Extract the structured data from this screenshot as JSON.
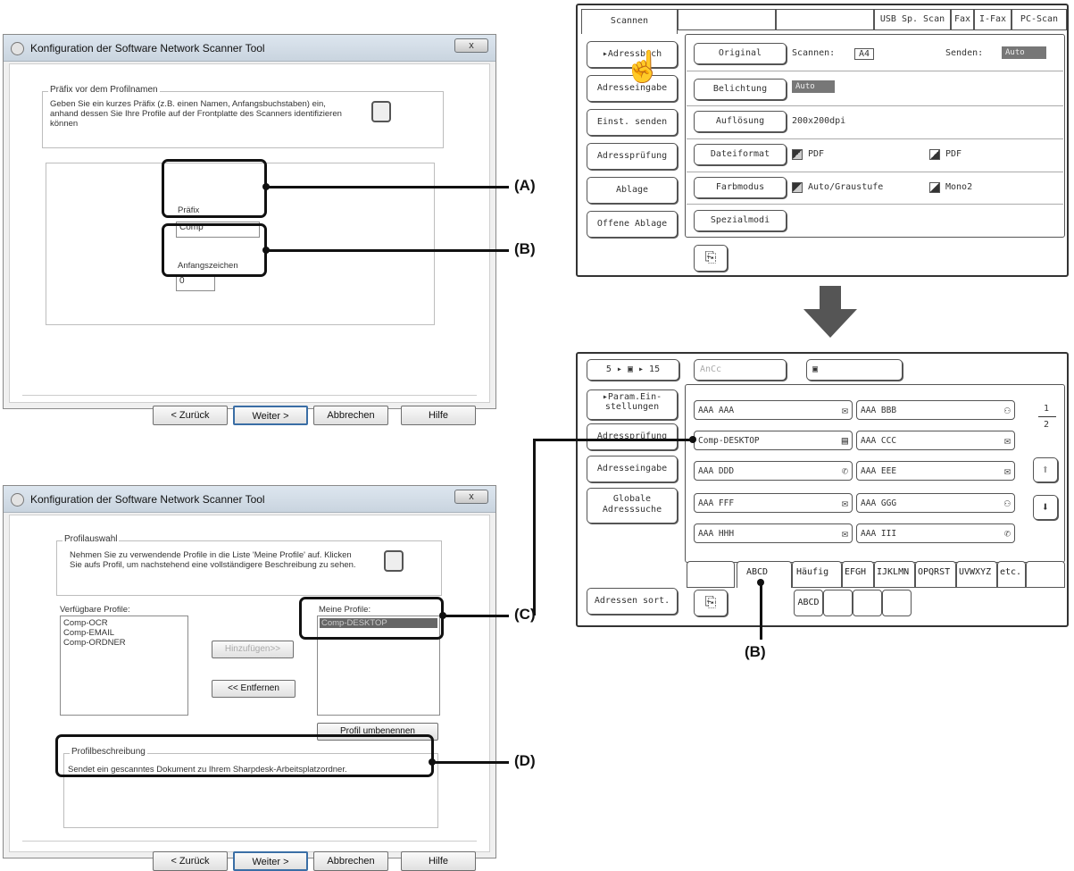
{
  "dialog1": {
    "title": "Konfiguration der Software Network Scanner Tool",
    "close": "x",
    "group_label": "Präfix vor dem Profilnamen",
    "description": "Geben Sie ein kurzes Präfix (z.B. einen Namen, Anfangsbuchstaben) ein, anhand dessen Sie Ihre Profile auf der Frontplatte des Scanners identifizieren können",
    "prefix_label": "Präfix",
    "prefix_value": "Comp",
    "start_label": "Anfangszeichen",
    "start_value": "0",
    "back": "< Zurück",
    "next": "Weiter >",
    "cancel": "Abbrechen",
    "help": "Hilfe"
  },
  "dialog2": {
    "title": "Konfiguration der Software Network Scanner Tool",
    "close": "x",
    "group_label": "Profilauswahl",
    "description": "Nehmen Sie zu verwendende Profile in die Liste 'Meine Profile' auf. Klicken Sie aufs Profil, um nachstehend eine vollständigere Beschreibung zu sehen.",
    "available_label": "Verfügbare Profile:",
    "available": [
      "Comp-OCR",
      "Comp-EMAIL",
      "Comp-ORDNER"
    ],
    "my_label": "Meine Profile:",
    "my_profiles": [
      "Comp-DESKTOP"
    ],
    "add": "Hinzufügen>>",
    "remove": "<< Entfernen",
    "rename": "Profil umbenennen",
    "desc_label": "Profilbeschreibung",
    "desc_text": "Sendet ein gescanntes Dokument zu Ihrem Sharpdesk-Arbeitsplatzordner.",
    "back": "< Zurück",
    "next": "Weiter >",
    "cancel": "Abbrechen",
    "help": "Hilfe"
  },
  "callouts": {
    "a": "(A)",
    "b": "(B)",
    "c": "(C)",
    "d": "(D)",
    "b2": "(B)"
  },
  "panel1": {
    "tabs": [
      "Scannen",
      "",
      "",
      "USB Sp. Scan",
      "Fax",
      "I-Fax",
      "PC-Scan"
    ],
    "left": [
      "Adressbuch",
      "Adresseingabe",
      "Einst. senden",
      "Adressprüfung",
      "Ablage",
      "Offene Ablage"
    ],
    "original": "Original",
    "scannen_label": "Scannen:",
    "scannen_value": "A4",
    "senden_label": "Senden:",
    "senden_value": "Auto",
    "belichtung": "Belichtung",
    "belichtung_value": "Auto",
    "aufloesung": "Auflösung",
    "aufloesung_value": "200x200dpi",
    "dateiformat": "Dateiformat",
    "pdf1": "PDF",
    "pdf2": "PDF",
    "farbmodus": "Farbmodus",
    "farb1": "Auto/Graustufe",
    "farb2": "Mono2",
    "spezial": "Spezialmodi"
  },
  "panel2": {
    "counter": "5 ▸ ▣ ▸ 15",
    "search": "AnCc",
    "left": [
      "Param.Ein-stellungen",
      "Adressprüfung",
      "Adresseingabe",
      "Globale Adresssuche"
    ],
    "sort": "Adressen sort.",
    "addresses": [
      {
        "name": "AAA AAA",
        "icon": "mail-icon",
        "glyph": "✉"
      },
      {
        "name": "AAA BBB",
        "icon": "group-icon",
        "glyph": "⚇"
      },
      {
        "name": "Comp-DESKTOP",
        "icon": "desktop-icon",
        "glyph": "▤"
      },
      {
        "name": "AAA CCC",
        "icon": "mail-icon",
        "glyph": "✉"
      },
      {
        "name": "AAA DDD",
        "icon": "phone-icon",
        "glyph": "✆"
      },
      {
        "name": "AAA EEE",
        "icon": "mail-icon",
        "glyph": "✉"
      },
      {
        "name": "AAA FFF",
        "icon": "mail-icon",
        "glyph": "✉"
      },
      {
        "name": "AAA GGG",
        "icon": "group-icon",
        "glyph": "⚇"
      },
      {
        "name": "AAA HHH",
        "icon": "mail-icon",
        "glyph": "✉"
      },
      {
        "name": "AAA III",
        "icon": "phone-icon",
        "glyph": "✆"
      }
    ],
    "page_current": "1",
    "page_total": "2",
    "alpha_tabs": [
      "ABCD",
      "Häufig",
      "EFGH",
      "IJKLMN",
      "OPQRST",
      "UVWXYZ",
      "etc."
    ],
    "key": "ABCD"
  }
}
